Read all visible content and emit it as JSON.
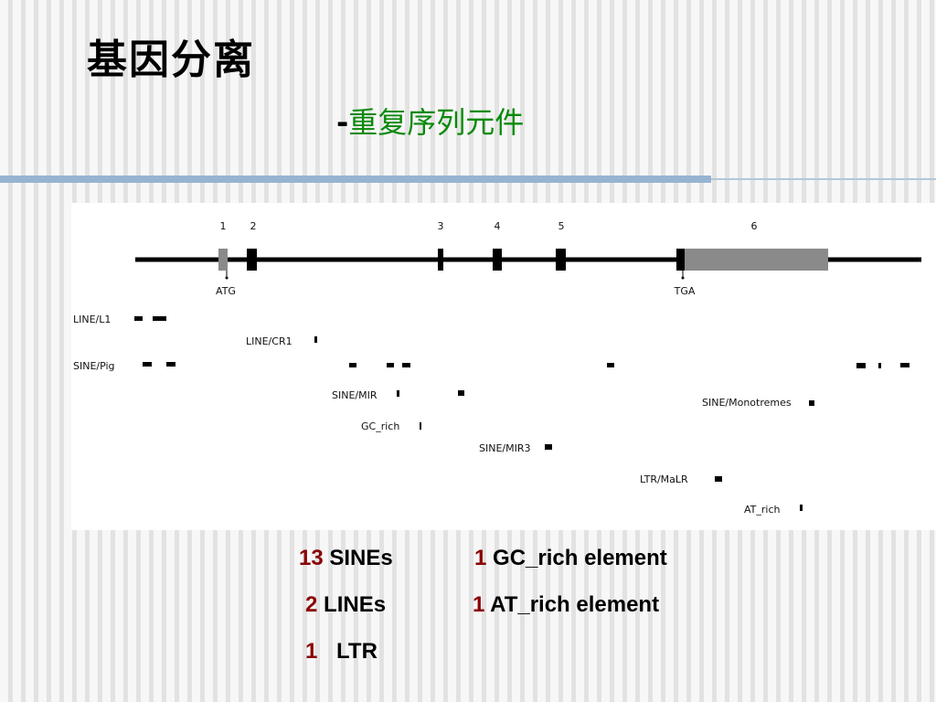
{
  "title": "基因分离",
  "subtitle_dash": "-",
  "subtitle": "重复序列元件",
  "gene": {
    "exon_labels": [
      "1",
      "2",
      "3",
      "4",
      "5",
      "6"
    ],
    "start_codon": "ATG",
    "stop_codon": "TGA"
  },
  "repeat_tracks": [
    {
      "name": "LINE/L1",
      "marks": 2
    },
    {
      "name": "LINE/CR1",
      "marks": 1
    },
    {
      "name": "SINE/Pig",
      "marks": 9
    },
    {
      "name": "SINE/MIR",
      "marks": 2
    },
    {
      "name": "SINE/Monotremes",
      "marks": 1
    },
    {
      "name": "GC_rich",
      "marks": 1
    },
    {
      "name": "SINE/MIR3",
      "marks": 1
    },
    {
      "name": "LTR/MaLR",
      "marks": 1
    },
    {
      "name": "AT_rich",
      "marks": 1
    }
  ],
  "summary": [
    {
      "count": "13",
      "label": "SINEs"
    },
    {
      "count": "2",
      "label": "LINEs"
    },
    {
      "count": "1",
      "label": "LTR"
    },
    {
      "count": "1",
      "label": "GC_rich element"
    },
    {
      "count": "1",
      "label": "AT_rich element"
    }
  ]
}
